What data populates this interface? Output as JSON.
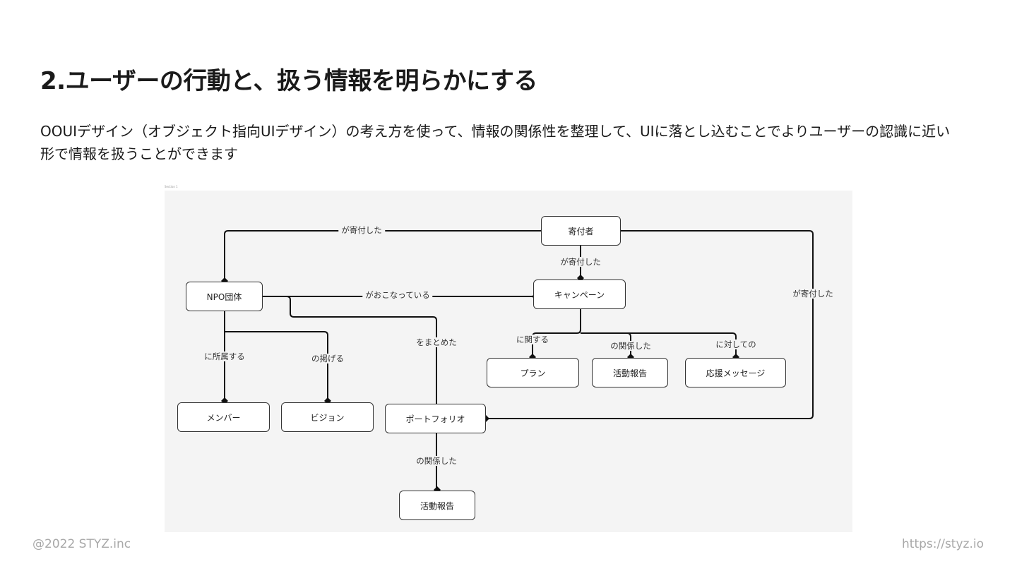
{
  "title": "2.ユーザーの行動と、扱う情報を明らかにする",
  "description": "OOUIデザイン（オブジェクト指向UIデザイン）の考え方を使って、情報の関係性を整理して、UIに落とし込むことでよりユーザーの認識に近い形で情報を扱うことができます",
  "diagram": {
    "frame_label": "Section 1",
    "nodes": {
      "donor": "寄付者",
      "npo": "NPO団体",
      "campaign": "キャンペーン",
      "plan": "プラン",
      "campaign_report": "活動報告",
      "cheer_message": "応援メッセージ",
      "member": "メンバー",
      "vision": "ビジョン",
      "portfolio": "ポートフォリオ",
      "portfolio_report": "活動報告"
    },
    "edges": {
      "donor_npo": "が寄付した",
      "donor_campaign": "が寄付した",
      "donor_portfolio": "が寄付した",
      "npo_campaign": "がおこなっている",
      "npo_member": "に所属する",
      "npo_vision": "の掲げる",
      "npo_portfolio": "をまとめた",
      "campaign_plan": "に関する",
      "campaign_report": "の関係した",
      "campaign_message": "に対しての",
      "portfolio_report": "の関係した"
    }
  },
  "footer": {
    "copyright": "@2022 STYZ.inc",
    "url": "https://styz.io"
  }
}
